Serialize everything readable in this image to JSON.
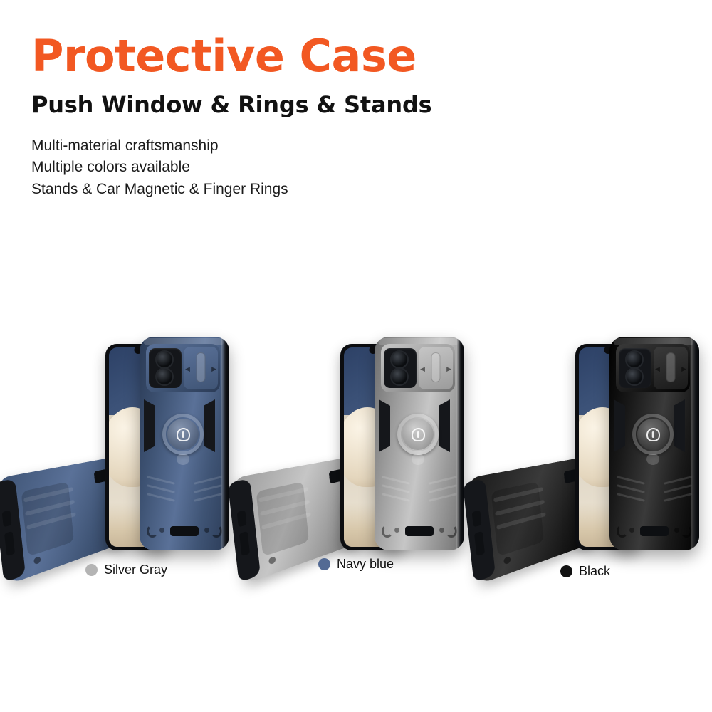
{
  "header": {
    "title": "Protective Case",
    "subtitle": "Push Window & Rings & Stands",
    "features": [
      "Multi-material craftsmanship",
      "Multiple colors available",
      "Stands & Car Magnetic & Finger Rings"
    ]
  },
  "colors": {
    "accent_orange": "#F25822",
    "heading_black": "#121212",
    "body_text": "#1b1b1b",
    "background": "#FFFFFF",
    "navy_case": "#3F5475",
    "silver_case": "#9B9B9B",
    "black_case": "#1A1A1A"
  },
  "products": [
    {
      "case_color_hex": "#3F5475",
      "case_color_dark": "#2A3A55",
      "case_color_light": "#5A7198",
      "swatch_label": "Silver Gray",
      "swatch_dot_hex": "#B4B4B4"
    },
    {
      "case_color_hex": "#9B9B9B",
      "case_color_dark": "#6E6E6E",
      "case_color_light": "#C6C6C6",
      "swatch_label": "Navy blue",
      "swatch_dot_hex": "#536A94"
    },
    {
      "case_color_hex": "#1A1A1A",
      "case_color_dark": "#000000",
      "case_color_light": "#3A3A3A",
      "swatch_label": "Black",
      "swatch_dot_hex": "#111111"
    }
  ],
  "product_features": {
    "camera_slider": "push-window-camera-cover",
    "ring": "finger-ring-kickstand",
    "magnet_glyph": "magnet-horseshoe-icon",
    "screen_wallpaper": "balloons-wallpaper"
  }
}
